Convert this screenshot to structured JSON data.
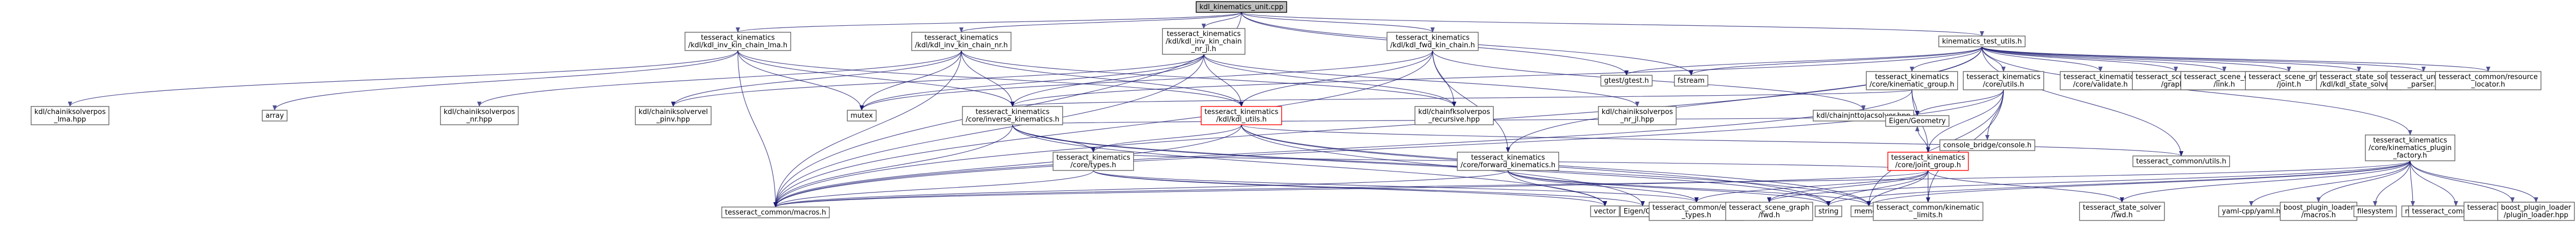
{
  "nodes": [
    {
      "id": "root",
      "lines": [
        "kdl_kinematics_unit.cpp"
      ],
      "style": "root"
    },
    {
      "id": "kdl_lma",
      "lines": [
        "tesseract_kinematics",
        "/kdl/kdl_inv_kin_chain_lma.h"
      ]
    },
    {
      "id": "kdl_nr",
      "lines": [
        "tesseract_kinematics",
        "/kdl/kdl_inv_kin_chain_nr.h"
      ]
    },
    {
      "id": "kdl_nr_jl",
      "lines": [
        "tesseract_kinematics",
        "/kdl/kdl_inv_kin_chain",
        "_nr_jl.h"
      ]
    },
    {
      "id": "kdl_fwd",
      "lines": [
        "tesseract_kinematics",
        "/kdl/kdl_fwd_kin_chain.h"
      ]
    },
    {
      "id": "kin_test_utils",
      "lines": [
        "kinematics_test_utils.h"
      ]
    },
    {
      "id": "lma_hpp",
      "lines": [
        "kdl/chainiksolverpos",
        "_lma.hpp"
      ]
    },
    {
      "id": "array",
      "lines": [
        "array"
      ]
    },
    {
      "id": "nr_hpp",
      "lines": [
        "kdl/chainiksolverpos",
        "_nr.hpp"
      ]
    },
    {
      "id": "givens_hpp",
      "lines": [
        "kdl/chainiksolvervel",
        "_pinv.hpp"
      ]
    },
    {
      "id": "mutex",
      "lines": [
        "mutex"
      ]
    },
    {
      "id": "inv_kin",
      "lines": [
        "tesseract_kinematics",
        "/core/inverse_kinematics.h"
      ]
    },
    {
      "id": "kdl_utils",
      "lines": [
        "tesseract_kinematics",
        "/kdl/kdl_utils.h"
      ],
      "style": "red"
    },
    {
      "id": "recursive_hpp",
      "lines": [
        "kdl/chainfksolverpos",
        "_recursive.hpp"
      ]
    },
    {
      "id": "nr_jl_hpp",
      "lines": [
        "kdl/chainiksolverpos",
        "_nr_jl.hpp"
      ]
    },
    {
      "id": "jnt_hpp",
      "lines": [
        "kdl/chainjnttojacsolver.hpp"
      ]
    },
    {
      "id": "gtest",
      "lines": [
        "gtest/gtest.h"
      ]
    },
    {
      "id": "fstream",
      "lines": [
        "fstream"
      ]
    },
    {
      "id": "kin_group",
      "lines": [
        "tesseract_kinematics",
        "/core/kinematic_group.h"
      ]
    },
    {
      "id": "core_utils",
      "lines": [
        "tesseract_kinematics",
        "/core/utils.h"
      ]
    },
    {
      "id": "validate",
      "lines": [
        "tesseract_kinematics",
        "/core/validate.h"
      ]
    },
    {
      "id": "sg_graph",
      "lines": [
        "tesseract_scene_graph",
        "/graph.h"
      ]
    },
    {
      "id": "sg_link",
      "lines": [
        "tesseract_scene_graph",
        "/link.h"
      ]
    },
    {
      "id": "sg_joint",
      "lines": [
        "tesseract_scene_graph",
        "/joint.h"
      ]
    },
    {
      "id": "kdl_state_solver",
      "lines": [
        "tesseract_state_solver",
        "/kdl/kdl_state_solver.h"
      ]
    },
    {
      "id": "urdf_parser",
      "lines": [
        "tesseract_urdf/urdf",
        "_parser.h"
      ]
    },
    {
      "id": "resource_locator",
      "lines": [
        "tesseract_common/resource",
        "_locator.h"
      ]
    },
    {
      "id": "core_types",
      "lines": [
        "tesseract_kinematics",
        "/core/types.h"
      ]
    },
    {
      "id": "fwd_kin",
      "lines": [
        "tesseract_kinematics",
        "/core/forward_kinematics.h"
      ]
    },
    {
      "id": "eigen_geometry",
      "lines": [
        "Eigen/Geometry"
      ]
    },
    {
      "id": "joint_group",
      "lines": [
        "tesseract_kinematics",
        "/core/joint_group.h"
      ],
      "style": "red"
    },
    {
      "id": "console_bridge",
      "lines": [
        "console_bridge/console.h"
      ]
    },
    {
      "id": "common_utils",
      "lines": [
        "tesseract_common/utils.h"
      ]
    },
    {
      "id": "plugin_factory",
      "lines": [
        "tesseract_kinematics",
        "/core/kinematics_plugin",
        "_factory.h"
      ]
    },
    {
      "id": "vector",
      "lines": [
        "vector"
      ]
    },
    {
      "id": "eigen_core",
      "lines": [
        "Eigen/Core"
      ]
    },
    {
      "id": "eigen_types",
      "lines": [
        "tesseract_common/eigen",
        "_types.h"
      ]
    },
    {
      "id": "string",
      "lines": [
        "string"
      ]
    },
    {
      "id": "memory",
      "lines": [
        "memory"
      ]
    },
    {
      "id": "sg_fwd",
      "lines": [
        "tesseract_scene_graph",
        "/fwd.h"
      ]
    },
    {
      "id": "kin_limits",
      "lines": [
        "tesseract_common/kinematic",
        "_limits.h"
      ]
    },
    {
      "id": "state_solver_fwd",
      "lines": [
        "tesseract_state_solver",
        "/fwd.h"
      ]
    },
    {
      "id": "yaml_cpp",
      "lines": [
        "yaml-cpp/yaml.h"
      ]
    },
    {
      "id": "bpl_macros",
      "lines": [
        "boost_plugin_loader",
        "/macros.h"
      ]
    },
    {
      "id": "filesystem",
      "lines": [
        "filesystem"
      ]
    },
    {
      "id": "map",
      "lines": [
        "map"
      ]
    },
    {
      "id": "common_fwd",
      "lines": [
        "tesseract_common/fwd.h"
      ]
    },
    {
      "id": "plugin_info",
      "lines": [
        "tesseract_common/plugin",
        "_info.h"
      ]
    },
    {
      "id": "bpl_loader",
      "lines": [
        "boost_plugin_loader",
        "/plugin_loader.hpp"
      ]
    },
    {
      "id": "macros",
      "lines": [
        "tesseract_common/macros.h"
      ]
    }
  ],
  "edges": [
    [
      "root",
      "kdl_lma"
    ],
    [
      "root",
      "kdl_nr"
    ],
    [
      "root",
      "kdl_nr_jl"
    ],
    [
      "root",
      "kdl_fwd"
    ],
    [
      "root",
      "kin_test_utils"
    ],
    [
      "root",
      "gtest"
    ],
    [
      "root",
      "fstream"
    ],
    [
      "root",
      "macros"
    ],
    [
      "kdl_lma",
      "lma_hpp"
    ],
    [
      "kdl_lma",
      "array"
    ],
    [
      "kdl_lma",
      "mutex"
    ],
    [
      "kdl_lma",
      "inv_kin"
    ],
    [
      "kdl_lma",
      "kdl_utils"
    ],
    [
      "kdl_lma",
      "macros"
    ],
    [
      "kdl_nr",
      "nr_hpp"
    ],
    [
      "kdl_nr",
      "givens_hpp"
    ],
    [
      "kdl_nr",
      "mutex"
    ],
    [
      "kdl_nr",
      "inv_kin"
    ],
    [
      "kdl_nr",
      "kdl_utils"
    ],
    [
      "kdl_nr",
      "recursive_hpp"
    ],
    [
      "kdl_nr",
      "macros"
    ],
    [
      "kdl_nr_jl",
      "givens_hpp"
    ],
    [
      "kdl_nr_jl",
      "mutex"
    ],
    [
      "kdl_nr_jl",
      "inv_kin"
    ],
    [
      "kdl_nr_jl",
      "kdl_utils"
    ],
    [
      "kdl_nr_jl",
      "recursive_hpp"
    ],
    [
      "kdl_nr_jl",
      "nr_jl_hpp"
    ],
    [
      "kdl_nr_jl",
      "macros"
    ],
    [
      "kdl_fwd",
      "mutex"
    ],
    [
      "kdl_fwd",
      "fwd_kin"
    ],
    [
      "kdl_fwd",
      "kdl_utils"
    ],
    [
      "kdl_fwd",
      "recursive_hpp"
    ],
    [
      "kdl_fwd",
      "jnt_hpp"
    ],
    [
      "kdl_fwd",
      "macros"
    ],
    [
      "kin_test_utils",
      "gtest"
    ],
    [
      "kin_test_utils",
      "fstream"
    ],
    [
      "kin_test_utils",
      "kin_group"
    ],
    [
      "kin_test_utils",
      "core_utils"
    ],
    [
      "kin_test_utils",
      "validate"
    ],
    [
      "kin_test_utils",
      "sg_graph"
    ],
    [
      "kin_test_utils",
      "sg_link"
    ],
    [
      "kin_test_utils",
      "sg_joint"
    ],
    [
      "kin_test_utils",
      "kdl_state_solver"
    ],
    [
      "kin_test_utils",
      "urdf_parser"
    ],
    [
      "kin_test_utils",
      "resource_locator"
    ],
    [
      "kin_test_utils",
      "plugin_factory"
    ],
    [
      "kin_test_utils",
      "common_utils"
    ],
    [
      "kin_test_utils",
      "inv_kin"
    ],
    [
      "kin_test_utils",
      "fwd_kin"
    ],
    [
      "kin_test_utils",
      "macros"
    ],
    [
      "inv_kin",
      "core_types"
    ],
    [
      "inv_kin",
      "eigen_geometry"
    ],
    [
      "inv_kin",
      "vector"
    ],
    [
      "inv_kin",
      "memory"
    ],
    [
      "inv_kin",
      "string"
    ],
    [
      "inv_kin",
      "macros"
    ],
    [
      "kdl_utils",
      "core_types"
    ],
    [
      "kdl_utils",
      "eigen_core"
    ],
    [
      "kdl_utils",
      "string"
    ],
    [
      "kdl_utils",
      "memory"
    ],
    [
      "kdl_utils",
      "macros"
    ],
    [
      "kdl_utils",
      "common_utils"
    ],
    [
      "kin_group",
      "joint_group"
    ],
    [
      "kin_group",
      "inv_kin"
    ],
    [
      "kin_group",
      "eigen_geometry"
    ],
    [
      "kin_group",
      "macros"
    ],
    [
      "core_utils",
      "console_bridge"
    ],
    [
      "core_utils",
      "eigen_geometry"
    ],
    [
      "core_utils",
      "memory"
    ],
    [
      "core_utils",
      "joint_group"
    ],
    [
      "core_utils",
      "macros"
    ],
    [
      "core_utils",
      "kin_limits"
    ],
    [
      "joint_group",
      "eigen_geometry"
    ],
    [
      "joint_group",
      "sg_fwd"
    ],
    [
      "joint_group",
      "state_solver_fwd"
    ],
    [
      "joint_group",
      "kin_limits"
    ],
    [
      "joint_group",
      "eigen_types"
    ],
    [
      "joint_group",
      "string"
    ],
    [
      "joint_group",
      "memory"
    ],
    [
      "joint_group",
      "macros"
    ],
    [
      "joint_group",
      "core_types"
    ],
    [
      "core_types",
      "vector"
    ],
    [
      "core_types",
      "eigen_core"
    ],
    [
      "core_types",
      "eigen_types"
    ],
    [
      "core_types",
      "macros"
    ],
    [
      "fwd_kin",
      "vector"
    ],
    [
      "fwd_kin",
      "string"
    ],
    [
      "fwd_kin",
      "memory"
    ],
    [
      "fwd_kin",
      "eigen_types"
    ],
    [
      "fwd_kin",
      "macros"
    ],
    [
      "plugin_factory",
      "yaml_cpp"
    ],
    [
      "plugin_factory",
      "bpl_macros"
    ],
    [
      "plugin_factory",
      "filesystem"
    ],
    [
      "plugin_factory",
      "map"
    ],
    [
      "plugin_factory",
      "common_fwd"
    ],
    [
      "plugin_factory",
      "plugin_info"
    ],
    [
      "plugin_factory",
      "bpl_loader"
    ],
    [
      "plugin_factory",
      "memory"
    ],
    [
      "plugin_factory",
      "string"
    ],
    [
      "plugin_factory",
      "sg_fwd"
    ],
    [
      "plugin_factory",
      "state_solver_fwd"
    ],
    [
      "plugin_factory",
      "macros"
    ]
  ]
}
